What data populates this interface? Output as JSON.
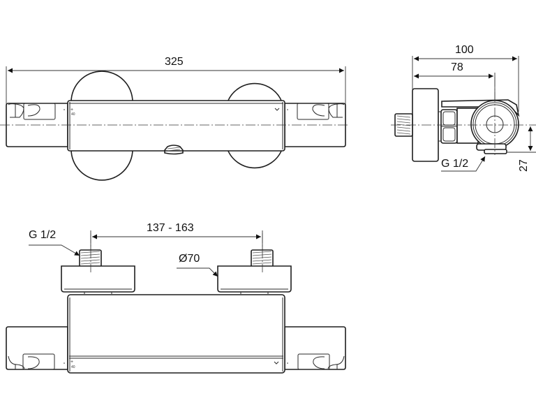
{
  "drawing": {
    "title": "Thermostatic shower mixer - dimensional drawing",
    "line_color": "#1e1e1e",
    "background": "#ffffff",
    "views": {
      "front_top": {
        "overall_length": "325"
      },
      "side": {
        "depth_total": "100",
        "depth_to_center": "78",
        "outlet_thread": "G 1/2",
        "outlet_offset": "27"
      },
      "front_bottom": {
        "inlet_thread": "G 1/2",
        "inlet_spacing": "137 - 163",
        "escutcheon_diameter": "Ø70"
      }
    }
  }
}
